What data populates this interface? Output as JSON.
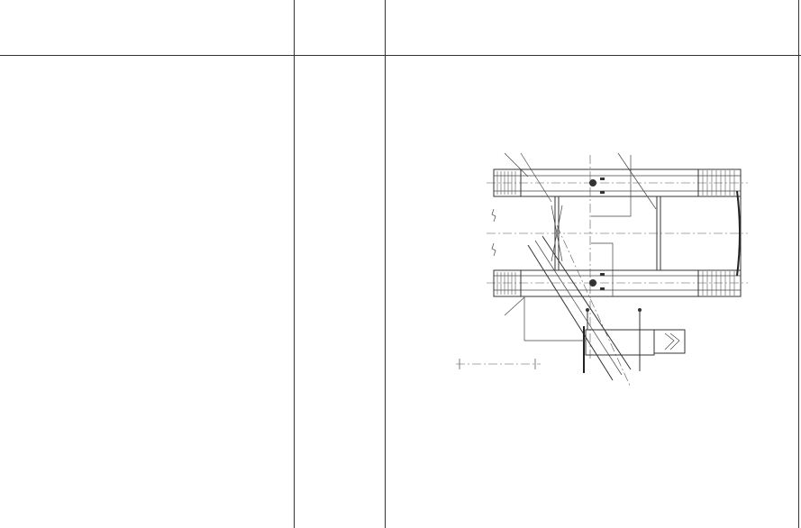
{
  "table": {
    "columns": [
      {
        "id": "description",
        "header": ""
      },
      {
        "id": "code",
        "header": ""
      },
      {
        "id": "diagram",
        "header": ""
      }
    ]
  },
  "colors": {
    "line": "#333333",
    "background": "#ffffff"
  },
  "diagram": {
    "subject": "conveyor-transfer-plan-drawing",
    "icon": "technical-line-drawing"
  }
}
